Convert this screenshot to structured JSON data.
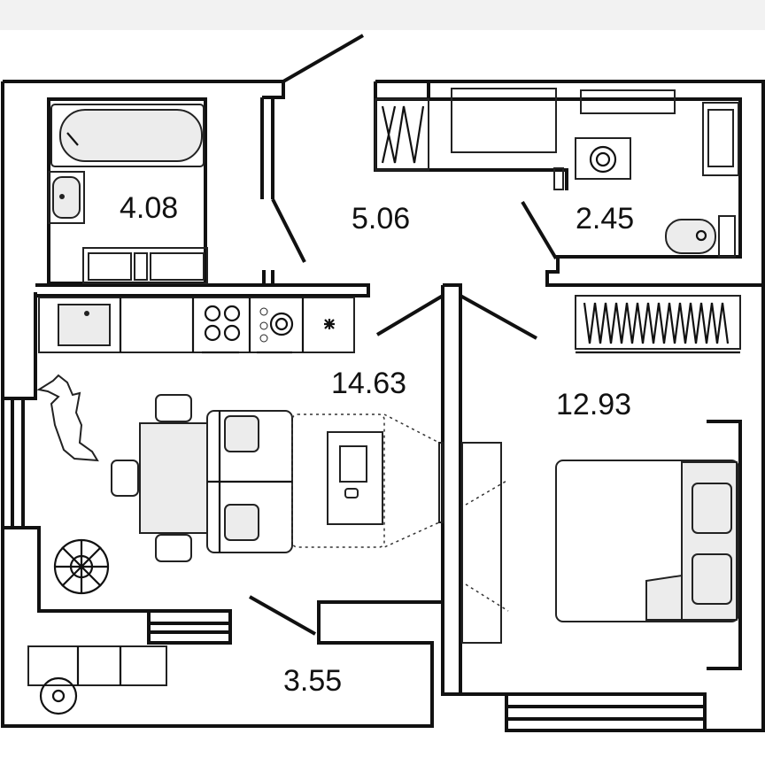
{
  "plan": {
    "rooms": [
      {
        "id": "bathroom",
        "area": "4.08"
      },
      {
        "id": "hall",
        "area": "5.06"
      },
      {
        "id": "wc",
        "area": "2.45"
      },
      {
        "id": "living-kitchen",
        "area": "14.63"
      },
      {
        "id": "bedroom",
        "area": "12.93"
      },
      {
        "id": "balcony",
        "area": "3.55"
      }
    ]
  },
  "colors": {
    "line": "#111111",
    "furniture_fill": "#ececec",
    "background": "#ffffff"
  }
}
